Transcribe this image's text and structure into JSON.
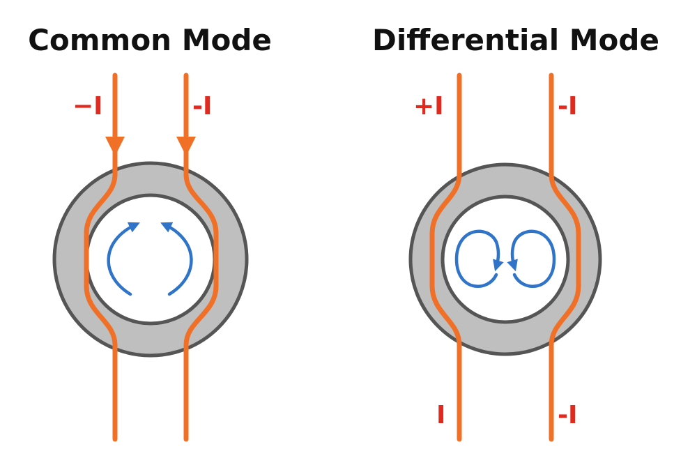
{
  "colors": {
    "wire": "#f07028",
    "label": "#e02a1f",
    "flux": "#2f74c8",
    "core_ring": "#bfbfbf",
    "core_stroke": "#555555",
    "core_hole": "#ffffff",
    "title": "#111111"
  },
  "common_mode": {
    "title": "Common Mode",
    "left_wire_label": "−I",
    "right_wire_label": "-I"
  },
  "differential_mode": {
    "title": "Differential Mode",
    "top_left_label": "+I",
    "top_right_label": "-I",
    "bottom_left_label": "I",
    "bottom_right_label": "-I"
  }
}
